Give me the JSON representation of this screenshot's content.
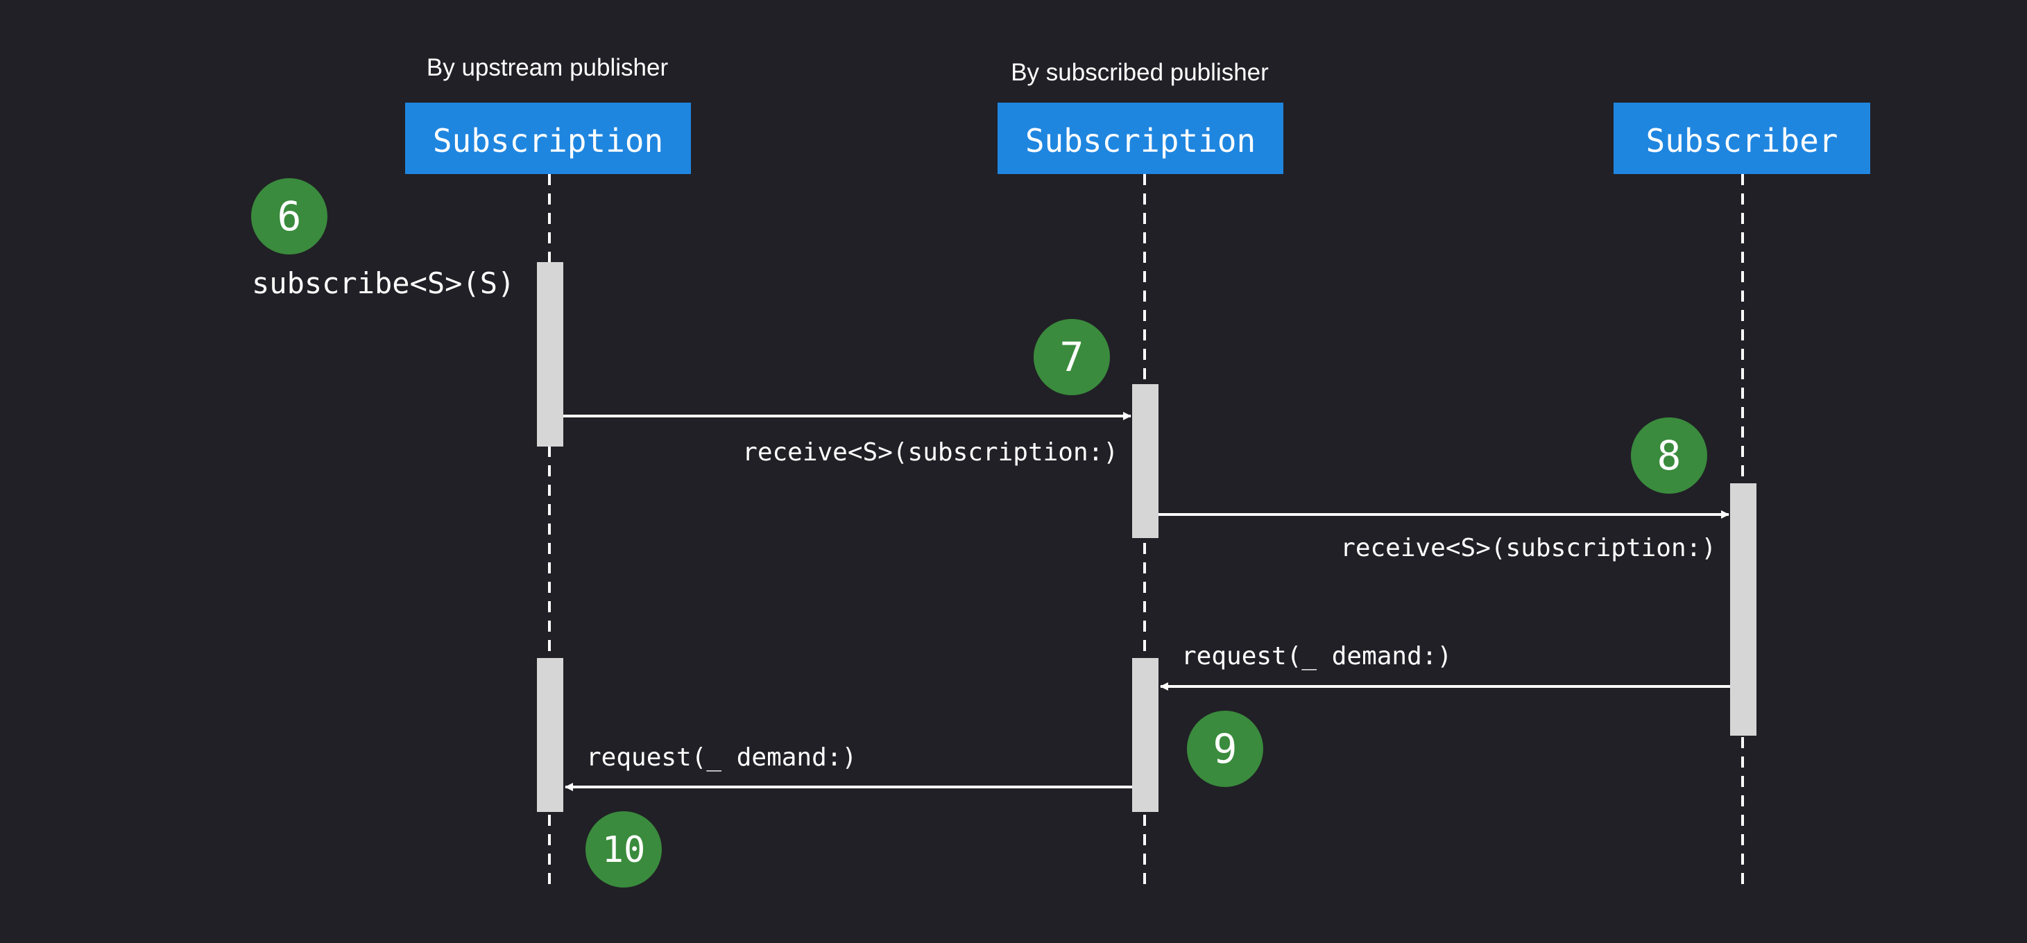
{
  "colors": {
    "background": "#212026",
    "participant_box": "#1f86e0",
    "participant_text": "#ffffff",
    "lifeline": "#ffffff",
    "activation": "#d6d6d6",
    "arrow": "#ffffff",
    "step_badge": "#3a8b3d"
  },
  "participants": [
    {
      "id": "p1",
      "caption": "By upstream publisher",
      "label": "Subscription"
    },
    {
      "id": "p2",
      "caption": "By  subscribed publisher",
      "label": "Subscription"
    },
    {
      "id": "p3",
      "caption": "",
      "label": "Subscriber"
    }
  ],
  "steps": [
    {
      "number": "6"
    },
    {
      "number": "7"
    },
    {
      "number": "8"
    },
    {
      "number": "9"
    },
    {
      "number": "10"
    }
  ],
  "messages": [
    {
      "label": "subscribe<S>(S)"
    },
    {
      "label": "receive<S>(subscription:)"
    },
    {
      "label": "receive<S>(subscription:)"
    },
    {
      "label": "request(_ demand:)"
    },
    {
      "label": "request(_ demand:)"
    }
  ]
}
